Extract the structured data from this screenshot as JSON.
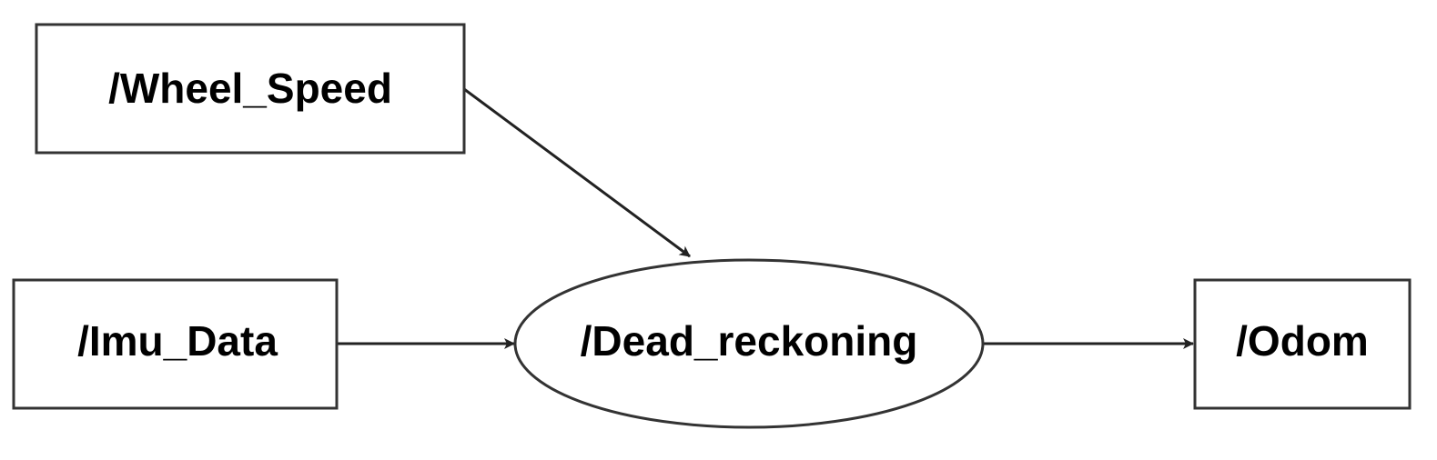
{
  "diagram": {
    "nodes": {
      "wheel_speed": {
        "label": "/Wheel_Speed",
        "shape": "rectangle"
      },
      "imu_data": {
        "label": "/Imu_Data",
        "shape": "rectangle"
      },
      "dead_reckoning": {
        "label": "/Dead_reckoning",
        "shape": "ellipse"
      },
      "odom": {
        "label": "/Odom",
        "shape": "rectangle"
      }
    },
    "edges": [
      {
        "from": "wheel_speed",
        "to": "dead_reckoning"
      },
      {
        "from": "imu_data",
        "to": "dead_reckoning"
      },
      {
        "from": "dead_reckoning",
        "to": "odom"
      }
    ],
    "colors": {
      "stroke": "#333333",
      "edge": "#222222",
      "text": "#000000",
      "background": "#ffffff"
    }
  }
}
